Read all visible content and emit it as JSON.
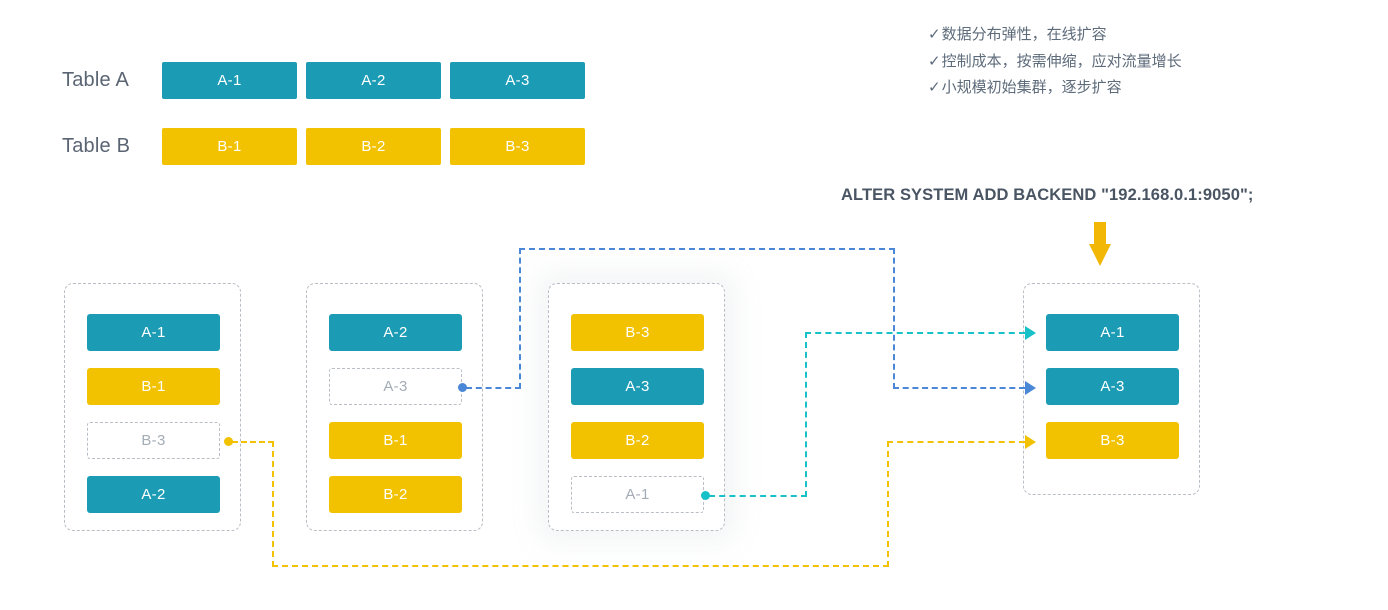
{
  "legend": {
    "rows": [
      {
        "label": "Table A",
        "color": "#1b9cb4",
        "blocks": [
          "A-1",
          "A-2",
          "A-3"
        ]
      },
      {
        "label": "Table B",
        "color": "#f2c200",
        "blocks": [
          "B-1",
          "B-2",
          "B-3"
        ]
      }
    ]
  },
  "bullets": {
    "check_glyph": "✓",
    "items": [
      "数据分布弹性，在线扩容",
      "控制成本，按需伸缩，应对流量增长",
      "小规模初始集群，逐步扩容"
    ]
  },
  "sql": {
    "command": "ALTER SYSTEM ADD BACKEND \"192.168.0.1:9050\";"
  },
  "down_arrow": {
    "name": "add-backend-arrow",
    "color": "#f2b705"
  },
  "nodes": [
    {
      "id": "node-1",
      "blocks": [
        {
          "label": "A-1",
          "kind": "teal"
        },
        {
          "label": "B-1",
          "kind": "amber"
        },
        {
          "label": "B-3",
          "kind": "ghost"
        },
        {
          "label": "A-2",
          "kind": "teal"
        }
      ]
    },
    {
      "id": "node-2",
      "blocks": [
        {
          "label": "A-2",
          "kind": "teal"
        },
        {
          "label": "A-3",
          "kind": "ghost"
        },
        {
          "label": "B-1",
          "kind": "amber"
        },
        {
          "label": "B-2",
          "kind": "amber"
        }
      ]
    },
    {
      "id": "node-3",
      "blocks": [
        {
          "label": "B-3",
          "kind": "amber"
        },
        {
          "label": "A-3",
          "kind": "teal"
        },
        {
          "label": "B-2",
          "kind": "amber"
        },
        {
          "label": "A-1",
          "kind": "ghost"
        }
      ]
    },
    {
      "id": "node-new",
      "blocks": [
        {
          "label": "A-1",
          "kind": "teal"
        },
        {
          "label": "A-3",
          "kind": "teal"
        },
        {
          "label": "B-3",
          "kind": "amber"
        }
      ]
    }
  ],
  "connectors": [
    {
      "name": "migrate-a3-to-new-node",
      "color": "#4a87d6",
      "from": "node-2 A-3 ghost",
      "to": "node-new A-3"
    },
    {
      "name": "migrate-a1-to-new-node",
      "color": "#18c0c8",
      "from": "node-3 A-1 ghost",
      "to": "node-new A-1"
    },
    {
      "name": "migrate-b3-to-new-node",
      "color": "#f2c200",
      "from": "node-1 B-3 ghost",
      "to": "node-new B-3"
    }
  ],
  "colors": {
    "teal": "#1b9cb4",
    "amber": "#f2c200",
    "blue_line": "#4a87d6",
    "teal_line": "#18c0c8",
    "node_border": "#b9bec4",
    "text_gray": "#5a6472",
    "ghost_text": "#a4acb6"
  }
}
